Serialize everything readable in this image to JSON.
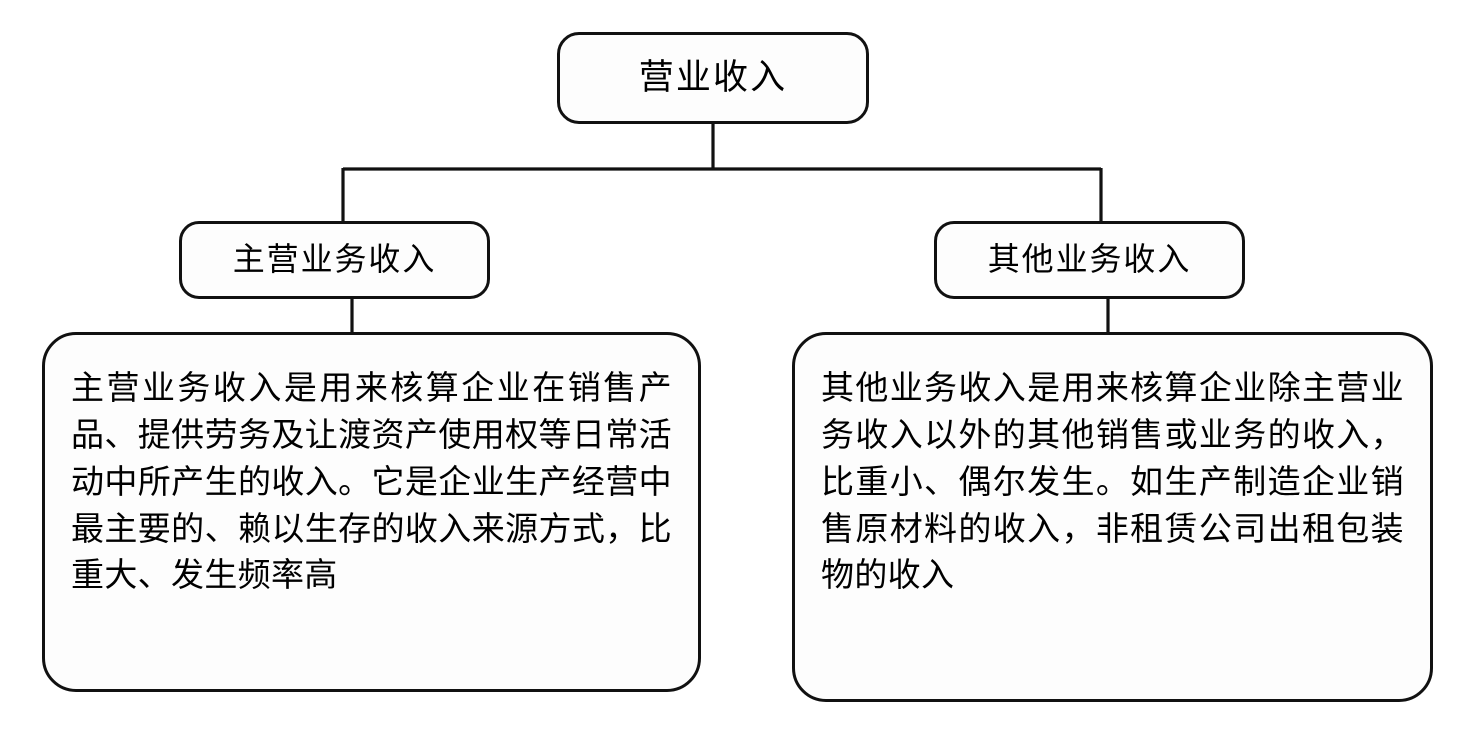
{
  "diagram": {
    "type": "tree",
    "title": "营业收入",
    "orientation": "top-down",
    "line_color": "#111111",
    "box_border_color": "#111111",
    "box_fill_color": "#fdfdfd",
    "root": {
      "label": "营业收入"
    },
    "branches": [
      {
        "id": "main-business",
        "label": "主营业务收入",
        "description": "主营业务收入是用来核算企业在销售产品、提供劳务及让渡资产使用权等日常活动中所产生的收入。它是企业生产经营中最主要的、赖以生存的收入来源方式，比重大、发生频率高"
      },
      {
        "id": "other-business",
        "label": "其他业务收入",
        "description": "其他业务收入是用来核算企业除主营业务收入以外的其他销售或业务的收入，比重小、偶尔发生。如生产制造企业销售原材料的收入，非租赁公司出租包装物的收入"
      }
    ]
  }
}
